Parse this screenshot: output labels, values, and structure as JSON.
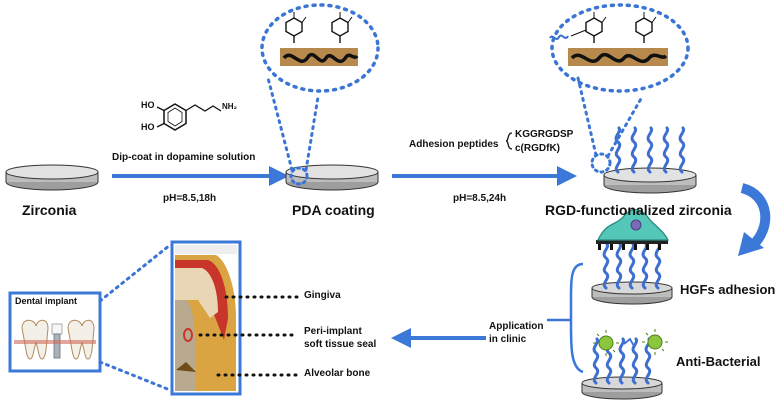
{
  "labels": {
    "zirconia": "Zirconia",
    "pda_coating": "PDA coating",
    "rgd_zirconia": "RGD-functionalized zirconia",
    "dip_coat": "Dip-coat in dopamine solution",
    "ph1": "pH=8.5,18h",
    "adhesion_peptides": "Adhesion peptides",
    "peptide1": "KGGRGDSP",
    "peptide2": "c(RGDfK)",
    "ph2": "pH=8.5,24h",
    "hgfs_adhesion": "HGFs adhesion",
    "anti_bacterial": "Anti-Bacterial",
    "application": "Application\nin clinic",
    "dental_implant": "Dental implant",
    "gingiva": "Gingiva",
    "soft_tissue_seal": "Peri-implant\nsoft tissue seal",
    "alveolar_bone": "Alveolar bone"
  },
  "dopamine": {
    "ho1": "HO",
    "ho2": "HO",
    "nh2": "NH₂"
  },
  "colors": {
    "arrow": "#3b78d8",
    "dotted": "#3a75d6",
    "polymer_band": "#b8894d",
    "peptide": "#3d6fd1",
    "disc_top": "#d9d9d9",
    "disc_side": "#bdbdbd",
    "cell": "#55c7b8",
    "bacteria": "#8cc63f",
    "gingiva_red": "#c8352a",
    "bone": "#d9a441"
  },
  "icons": [
    "dopamine-structure",
    "zirconia-disc",
    "peptide-chain",
    "fibroblast-cell",
    "bacteria",
    "tooth-implant"
  ]
}
